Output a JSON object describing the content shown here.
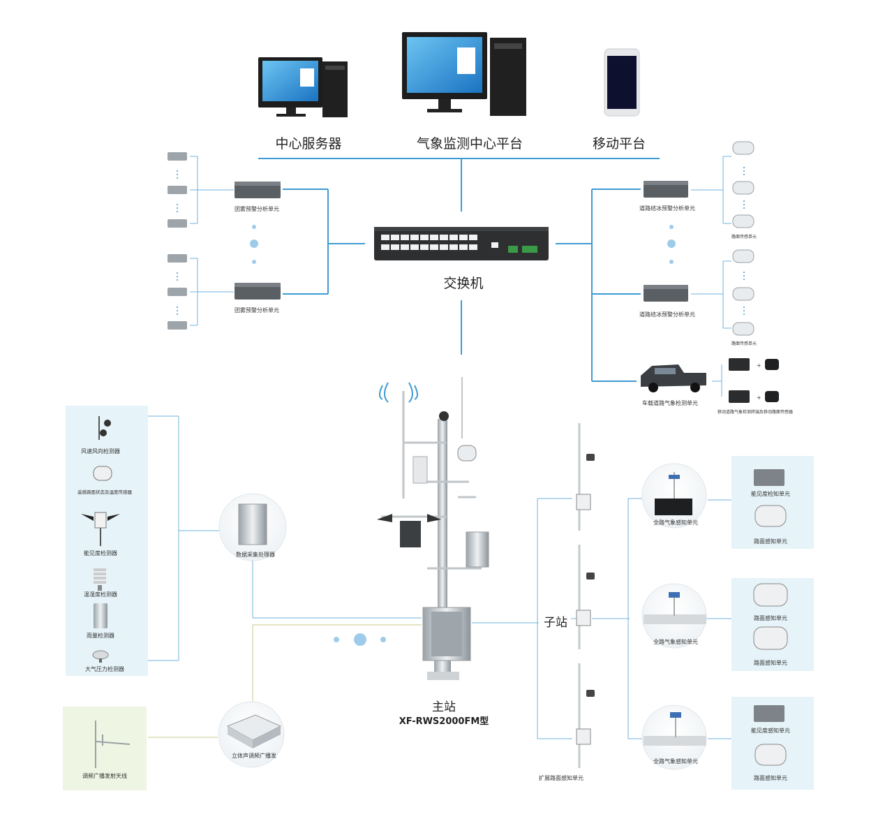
{
  "top": {
    "center_server": "中心服务器",
    "weather_platform": "气象监测中心平台",
    "mobile_platform": "移动平台"
  },
  "switch_label": "交换机",
  "left_units": [
    "团雾预警分析单元",
    "团雾预警分析单元"
  ],
  "right_units": [
    "道路结冰预警分析单元",
    "道路结冰预警分析单元"
  ],
  "right_sensor_labels": [
    "路面传感单元",
    "路面传感单元"
  ],
  "vehicle_unit": "车载道路气象检测单元",
  "vehicle_sensor_label": "移动道路气象检测终端及移动路面传感器",
  "left_panel_sensors": [
    "风速风向检测器",
    "遥感路面状态及温度传感器",
    "能见度检测器",
    "温湿度检测器",
    "雨量检测器",
    "大气压力检测器"
  ],
  "data_collector": "数据采集处理器",
  "antenna_label": "调频广播发射天线",
  "broadcast_device": "立体声调频广播发",
  "main_station": "主站",
  "main_station_model": "XF-RWS2000FM型",
  "sub_station": "子站",
  "expand_unit": "扩展路面感知单元",
  "aw_units": [
    "全路气象感知单元",
    "全路气象感知单元",
    "全路气象感知单元"
  ],
  "right_boxes": [
    {
      "top": "能见度检知单元",
      "bottom": "路面感知单元"
    },
    {
      "top": "路面感知单元",
      "bottom": "路面感知单元"
    },
    {
      "top": "能见度感知单元",
      "bottom": "路面感知单元"
    }
  ],
  "colors": {
    "line_blue": "#3d9ad3",
    "panel_blue": "#e6f3f8",
    "panel_green": "#eef5e3",
    "screen_blue": "#2a8fd6"
  }
}
